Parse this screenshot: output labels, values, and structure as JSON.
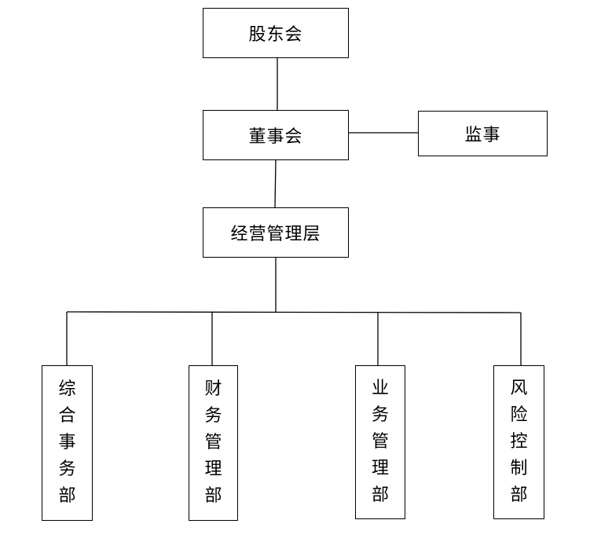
{
  "nodes": {
    "shareholders": "股东会",
    "board": "董事会",
    "supervisor": "监事",
    "management": "经营管理层",
    "departments": [
      {
        "label": "综合事务部"
      },
      {
        "label": "财务管理部"
      },
      {
        "label": "业务管理部"
      },
      {
        "label": "风险控制部"
      }
    ]
  },
  "colors": {
    "line": "#000000",
    "box_border": "#000000",
    "background": "#ffffff"
  }
}
